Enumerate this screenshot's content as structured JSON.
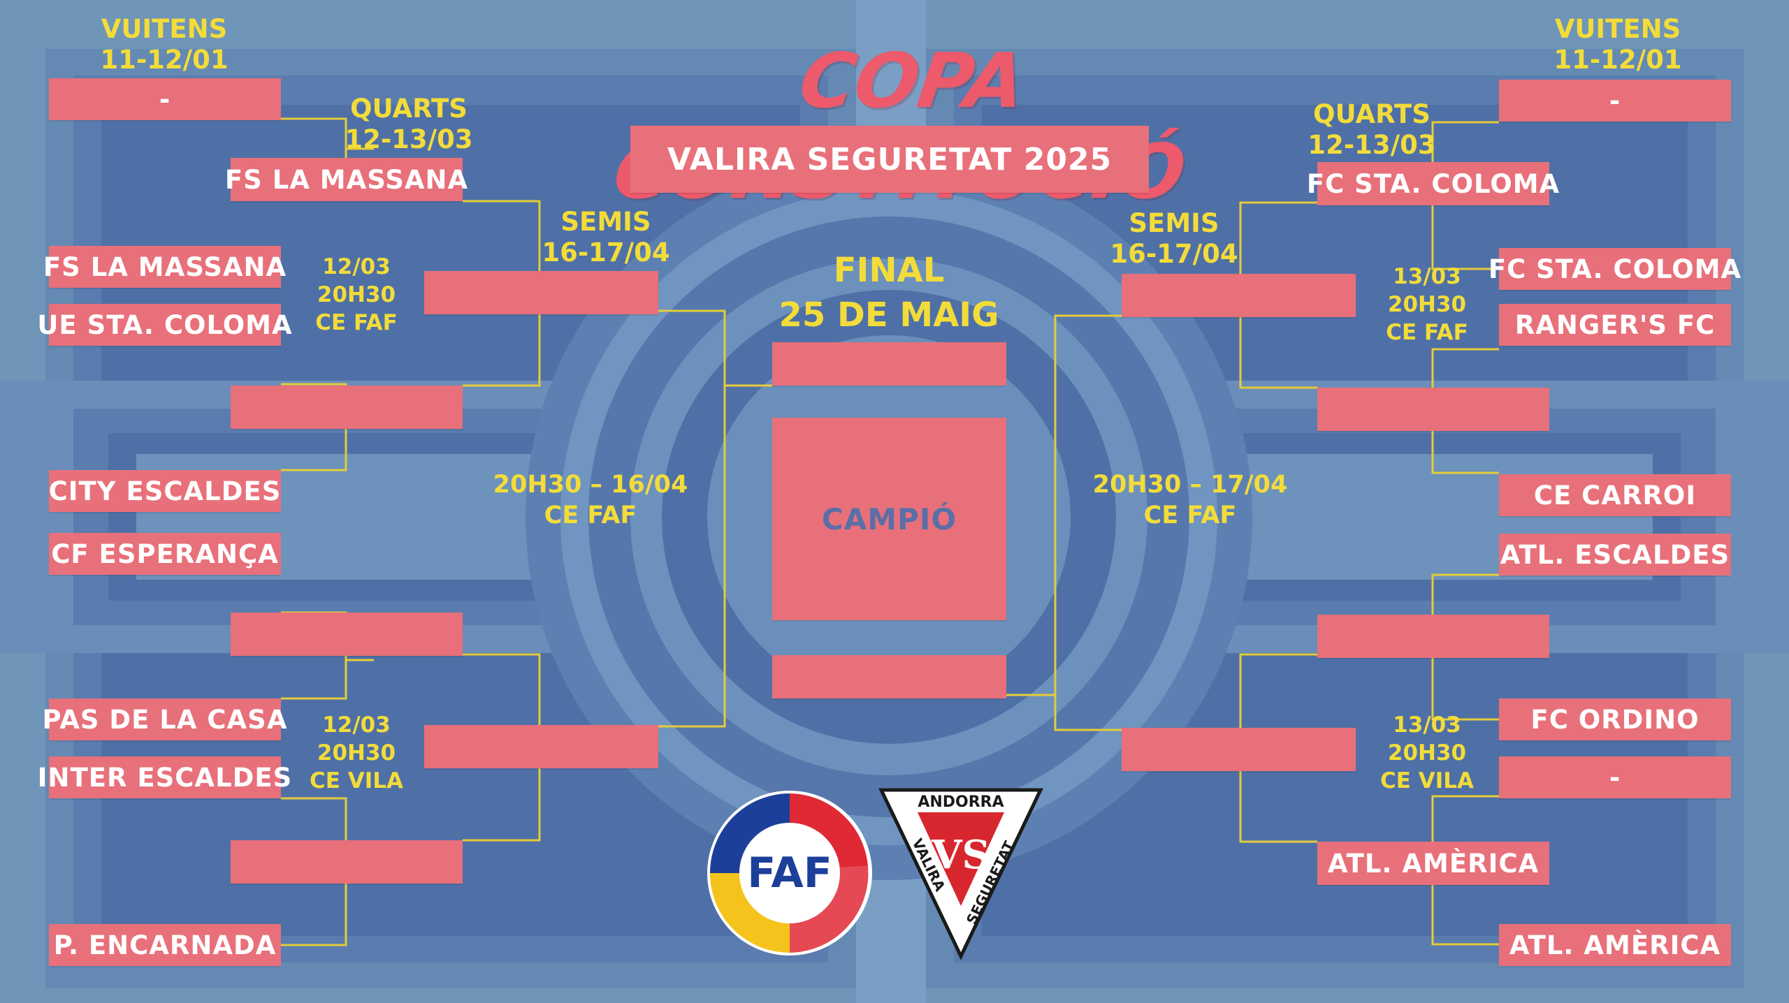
{
  "title": "COPA CONSTITUCIÓ",
  "subtitle": "VALIRA SEGURETAT 2025",
  "rounds": {
    "left_r16": {
      "name": "VUITENS",
      "dates": "11-12/01"
    },
    "right_r16": {
      "name": "VUITENS",
      "dates": "11-12/01"
    },
    "left_qf": {
      "name": "QUARTS",
      "dates": "12-13/03"
    },
    "right_qf": {
      "name": "QUARTS",
      "dates": "12-13/03"
    },
    "left_sf": {
      "name": "SEMIS",
      "dates": "16-17/04"
    },
    "right_sf": {
      "name": "SEMIS",
      "dates": "16-17/04"
    },
    "final": {
      "name": "FINAL",
      "dates": "25 DE MAIG"
    }
  },
  "left": {
    "r16": [
      "-",
      "FS LA MASSANA",
      "UE STA. COLOMA",
      "CITY ESCALDES",
      "CF ESPERANÇA",
      "PAS DE LA CASA",
      "INTER ESCALDES",
      "P. ENCARNADA"
    ],
    "qf": [
      "FS LA MASSANA",
      "",
      "",
      ""
    ],
    "sf": [
      "",
      ""
    ],
    "qf_info": [
      {
        "date": "12/03",
        "time": "20H30",
        "venue": "CE FAF"
      },
      {
        "date": "12/03",
        "time": "20H30",
        "venue": "CE VILA"
      }
    ],
    "sf_info": {
      "when": "20H30 – 16/04",
      "venue": "CE FAF"
    }
  },
  "right": {
    "r16": [
      "-",
      "FC STA. COLOMA",
      "RANGER'S FC",
      "CE CARROI",
      "ATL. ESCALDES",
      "FC ORDINO",
      "-",
      "ATL. AMÈRICA"
    ],
    "qf": [
      "FC STA. COLOMA",
      "",
      "",
      "ATL. AMÈRICA"
    ],
    "sf": [
      "",
      ""
    ],
    "qf_info": [
      {
        "date": "13/03",
        "time": "20H30",
        "venue": "CE FAF"
      },
      {
        "date": "13/03",
        "time": "20H30",
        "venue": "CE VILA"
      }
    ],
    "sf_info": {
      "when": "20H30 – 17/04",
      "venue": "CE FAF"
    }
  },
  "final": {
    "top": "",
    "bottom": "",
    "champion": "CAMPIÓ"
  },
  "logos": {
    "faf": "FAF",
    "valira_top": "ANDORRA",
    "valira_left": "VALIRA",
    "valira_right": "SEGURETAT",
    "valira_monogram": "VS"
  },
  "colors": {
    "background": "#6f95b8",
    "box": "#e8707a",
    "accent_text": "#f3dc3a",
    "title": "#ec5a6c",
    "lines": "#e4cc3a",
    "champion_text": "#5a6fa8"
  }
}
